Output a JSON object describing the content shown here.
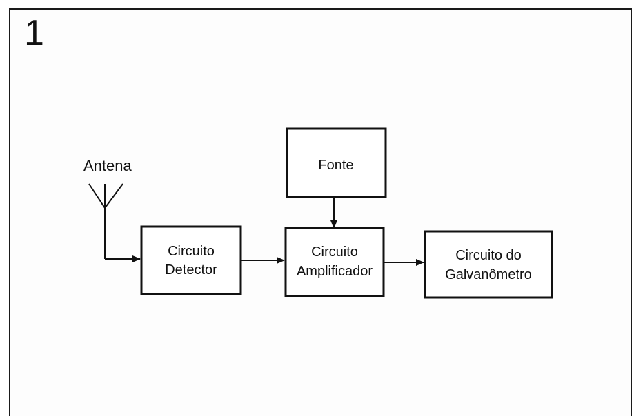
{
  "figure_number": "1",
  "antenna_label": "Antena",
  "blocks": {
    "fonte": [
      "Fonte"
    ],
    "detector": [
      "Circuito",
      "Detector"
    ],
    "amplificador": [
      "Circuito",
      "Amplificador"
    ],
    "galvanometro": [
      "Circuito do",
      "Galvanômetro"
    ]
  },
  "colors": {
    "line": "#111111",
    "background": "#ffffff"
  }
}
